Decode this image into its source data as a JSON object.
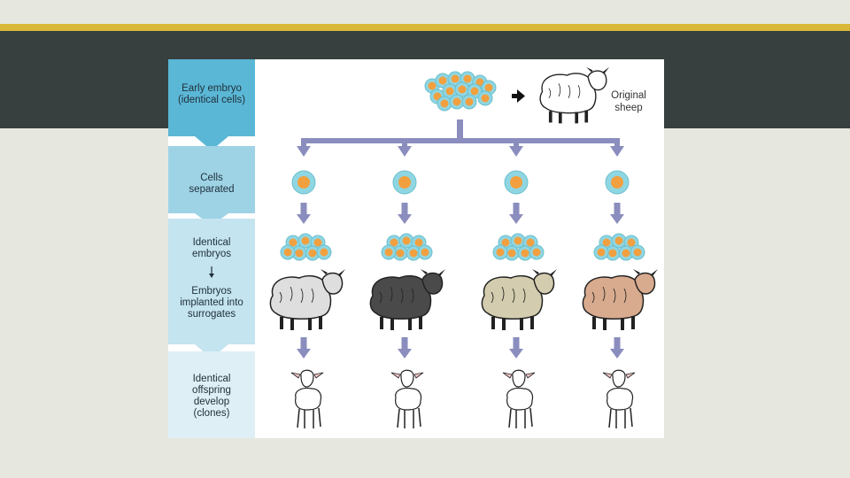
{
  "steps": [
    {
      "label_1": "Early embryo",
      "label_2": "(identical cells)"
    },
    {
      "label_1": "Cells",
      "label_2": "separated"
    },
    {
      "label_1": "Identical",
      "label_2": "embryos"
    },
    {
      "label_1": "Embryos",
      "label_2": "implanted into",
      "label_3": "surrogates"
    },
    {
      "label_1": "Identical",
      "label_2": "offspring",
      "label_3": "develop",
      "label_4": "(clones)"
    }
  ],
  "original": {
    "label_1": "Original",
    "label_2": "sheep"
  },
  "colors": {
    "header_bar": "#37403f",
    "accent_stripe": "#d9b838",
    "arrow": "#8a8dbd",
    "cell": "#8fd6e3",
    "nucleus": "#f2a03f",
    "sidebar_dark": "#5bb7d6",
    "sidebar_mid": "#9ed3e6",
    "sidebar_light": "#c4e4ef",
    "sidebar_pale": "#deeff5",
    "surrogate_1": "#dedede",
    "surrogate_2": "#4a4a4a",
    "surrogate_3": "#d3ccae",
    "surrogate_4": "#d8ab8e"
  }
}
